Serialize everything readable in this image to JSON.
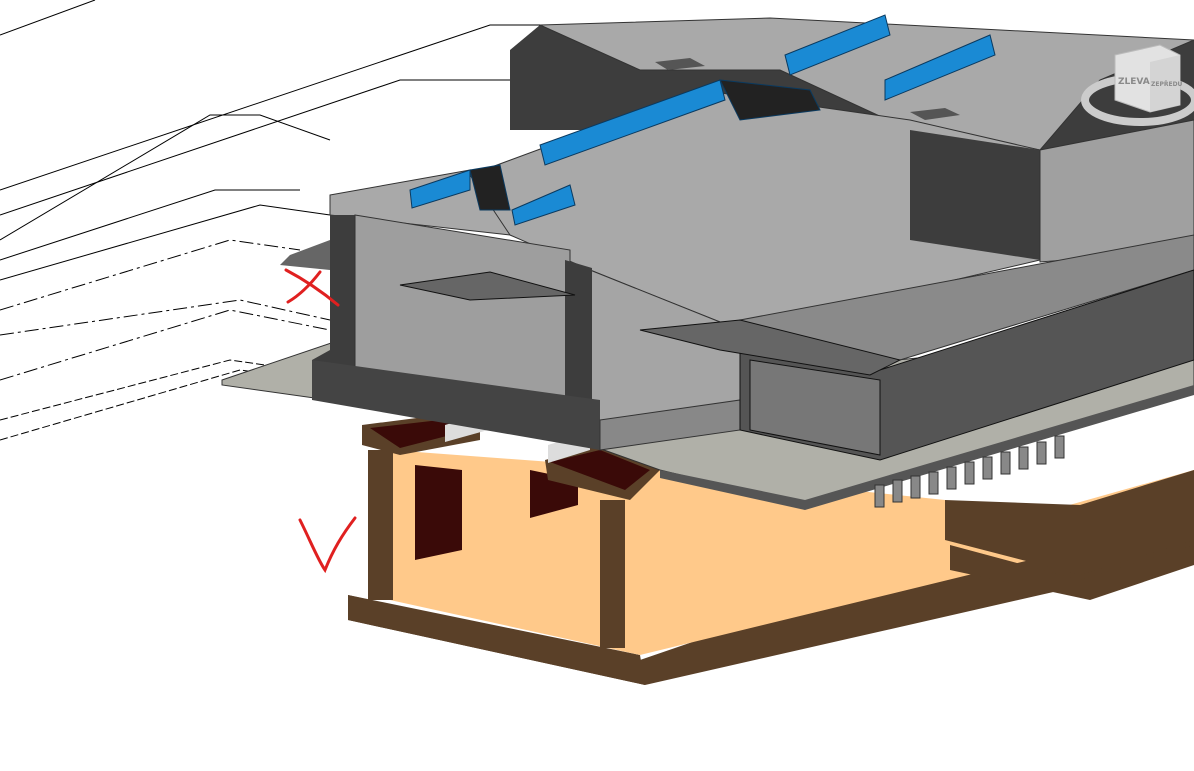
{
  "viewport": {
    "view_cube": {
      "left_face": "ZLEVA",
      "front_face": "ZEPŘEDU"
    },
    "annotations": [
      {
        "mark": "cross",
        "color": "#e02020"
      },
      {
        "mark": "check",
        "color": "#e02020"
      }
    ]
  },
  "colors": {
    "building_gray": "#a9a9a9",
    "dark_wall": "#3c3c3c",
    "glazing_blue": "#1a8ad4",
    "foundation_orange": "#ffc98a",
    "foundation_dark": "#5a4028",
    "cut_section": "#3a0a08",
    "annotation_red": "#e02020"
  }
}
